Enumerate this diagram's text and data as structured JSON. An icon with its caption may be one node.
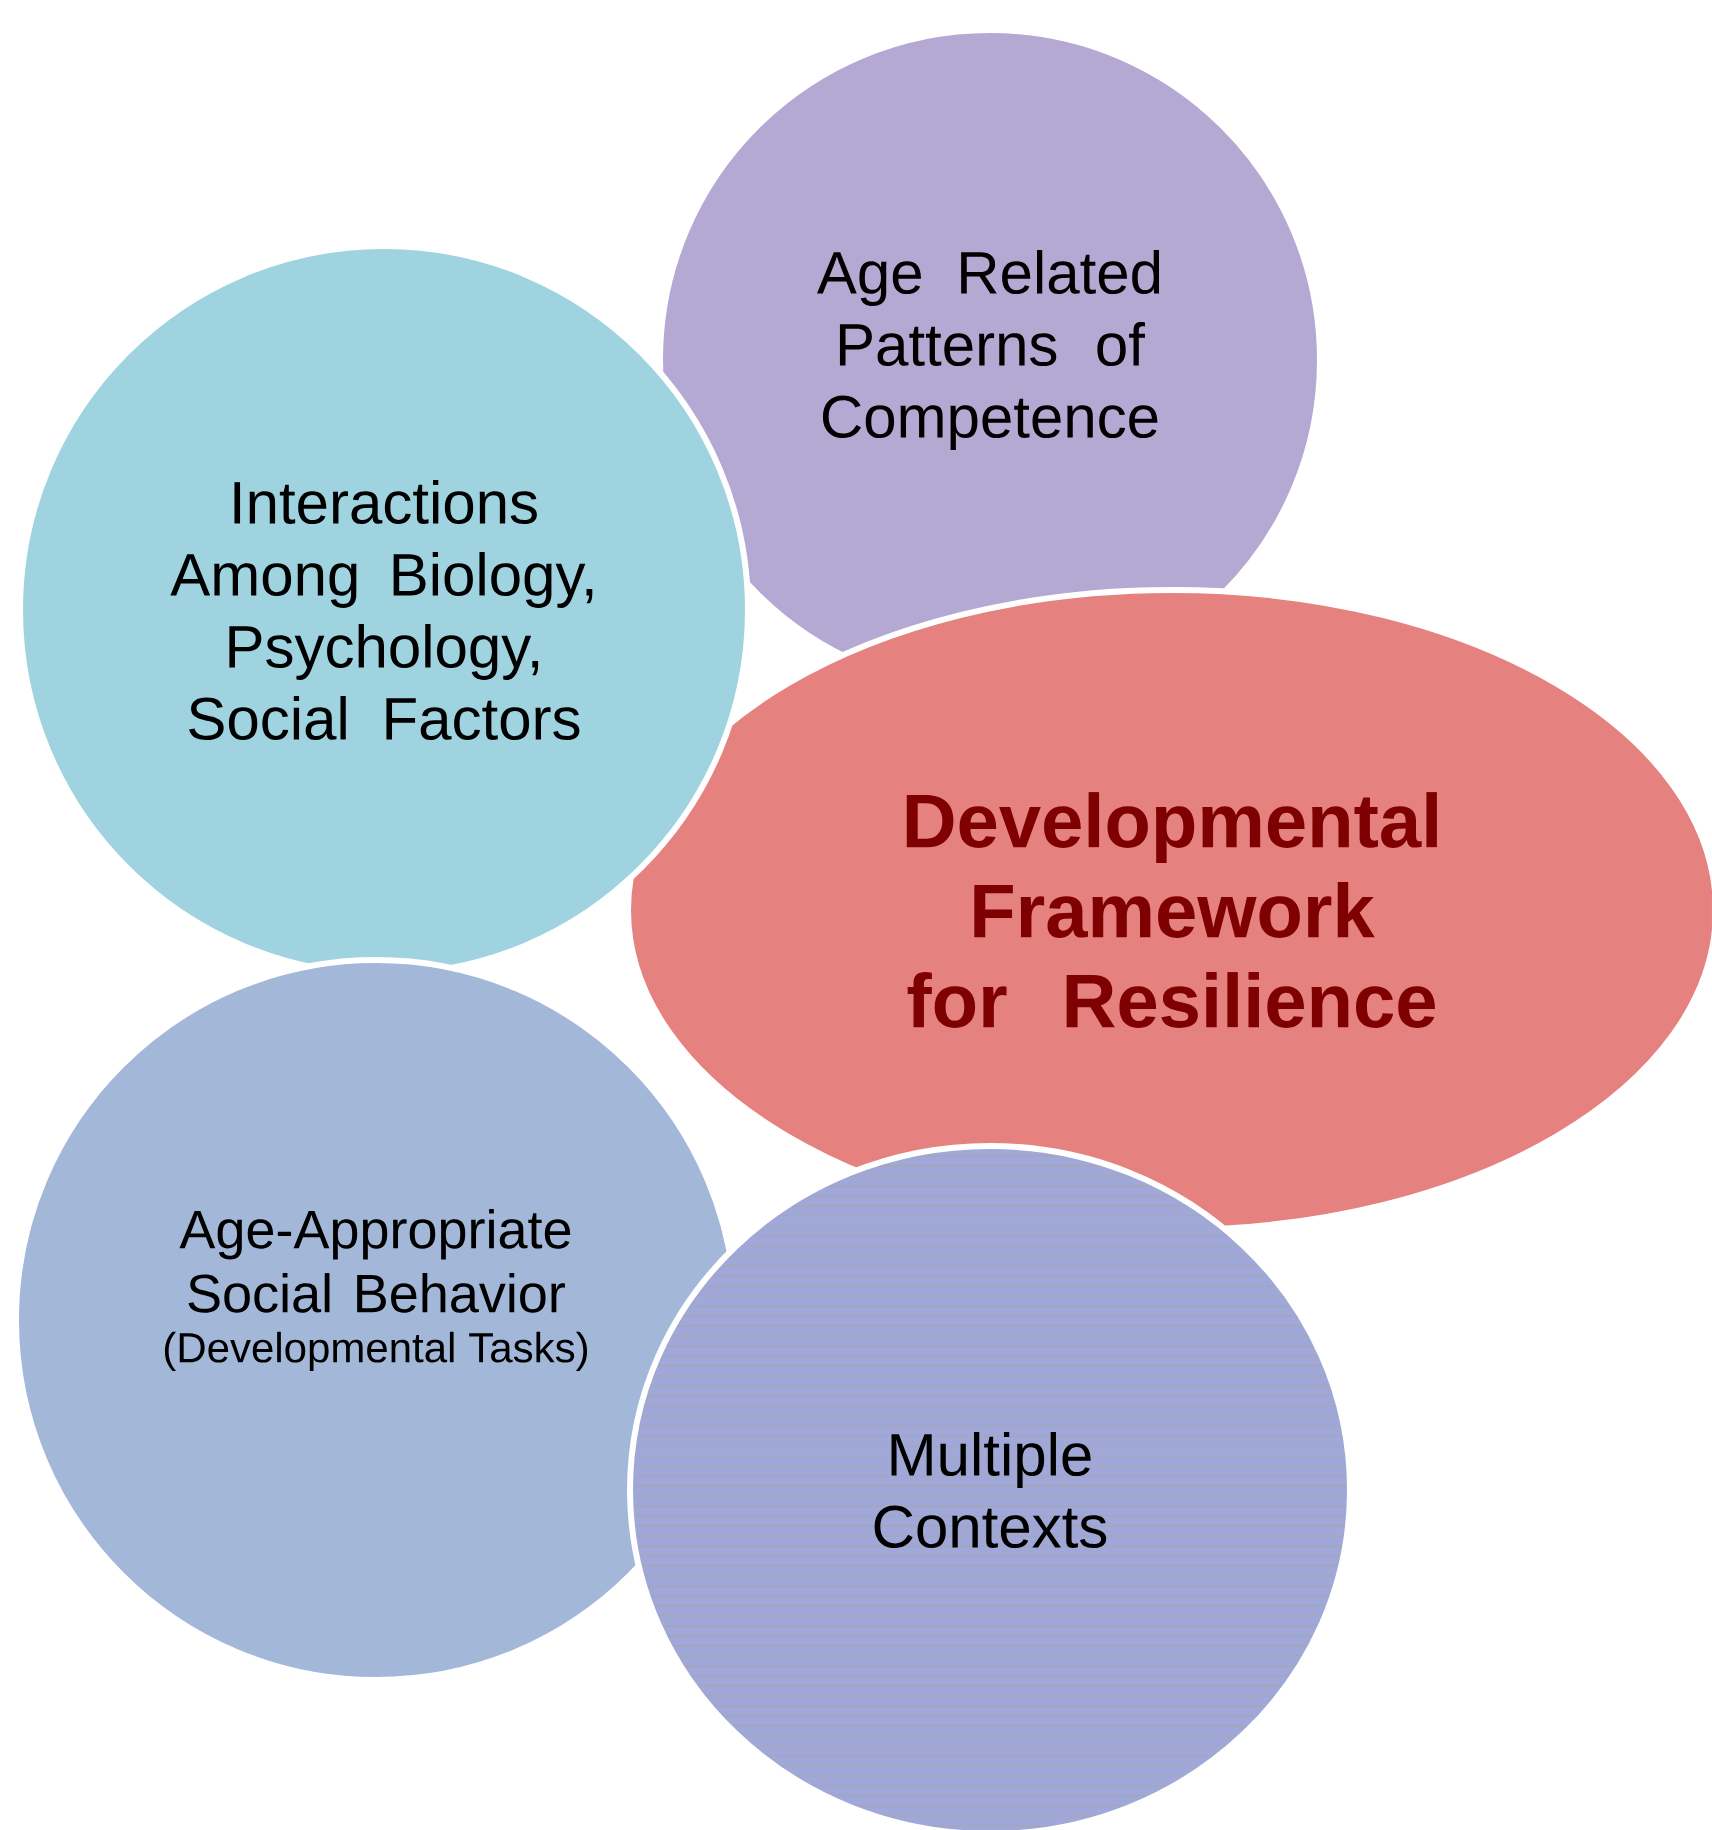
{
  "diagram": {
    "nodes": [
      {
        "text": [
          "Age Related Patterns of Competence"
        ]
      },
      {
        "text": [
          "Interactions Among Biology, Psychology, Social Factors"
        ]
      },
      {
        "text": [
          "Developmental Framework for Resilience"
        ]
      },
      {
        "text": [
          "Age-Appropriate Social Behavior",
          "(Developmental Tasks)"
        ]
      },
      {
        "text": [
          "Multiple Contexts"
        ]
      }
    ]
  }
}
